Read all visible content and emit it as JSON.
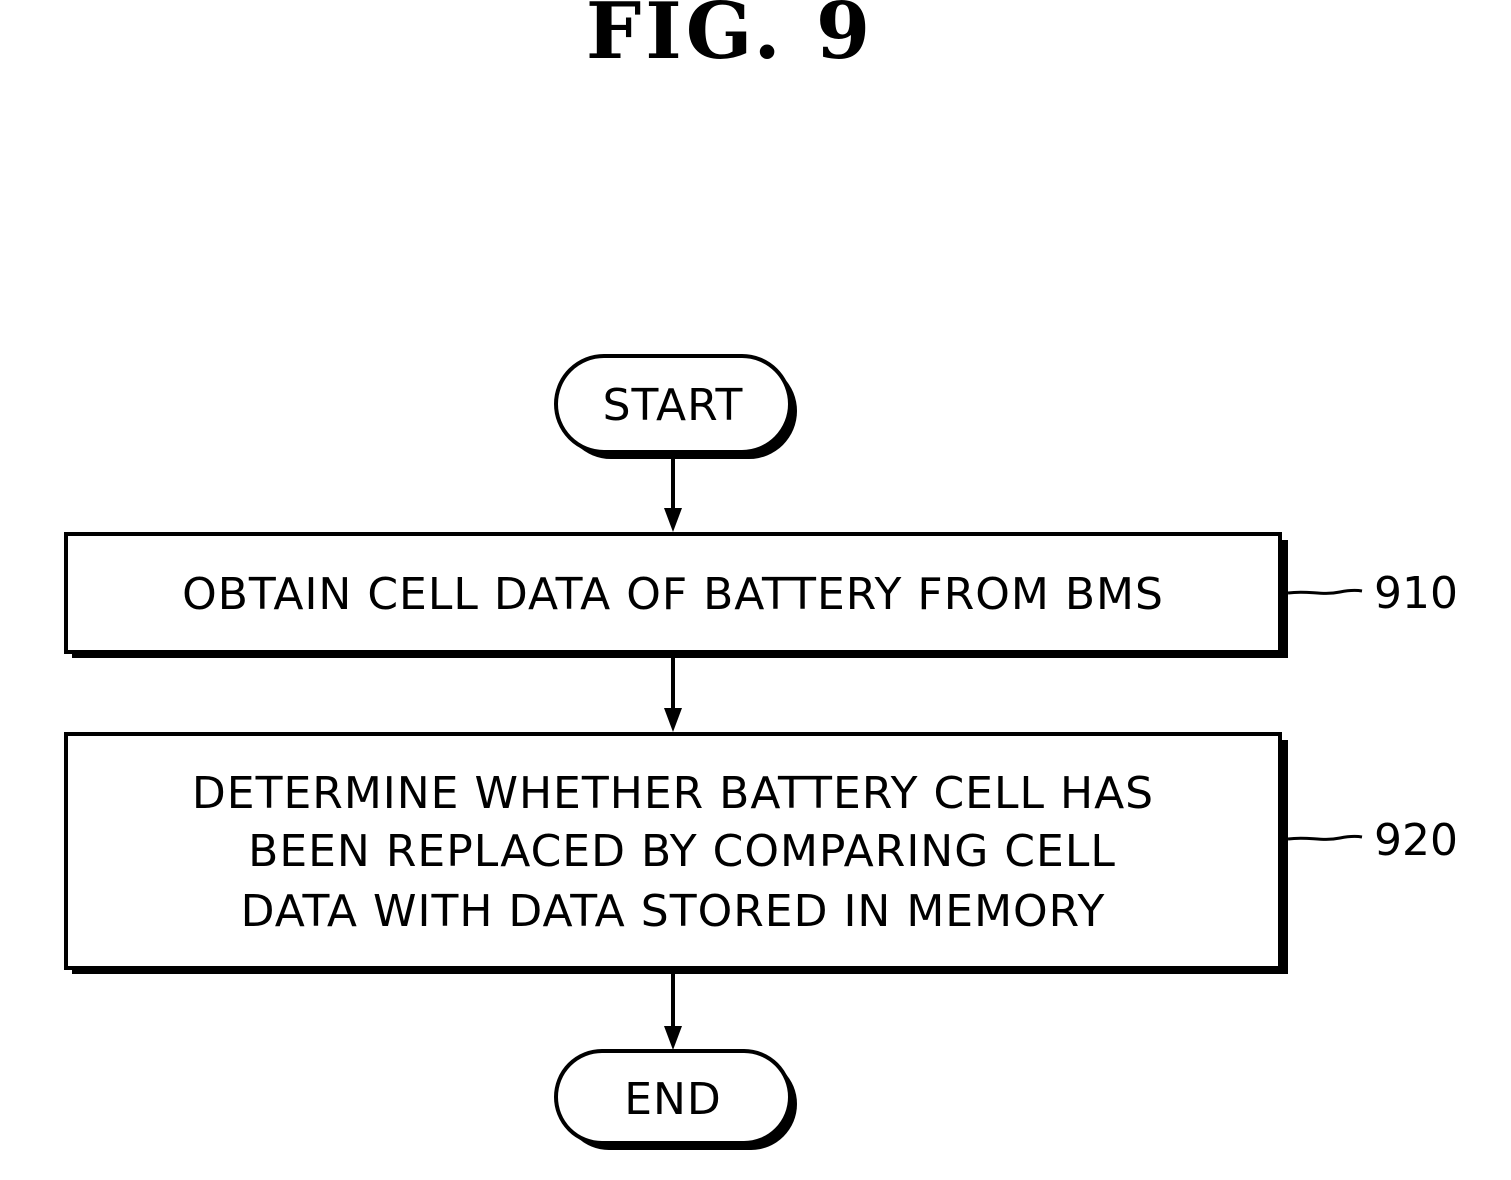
{
  "figure": {
    "title": "FIG. 9"
  },
  "flowchart": {
    "start": {
      "label": "START"
    },
    "steps": [
      {
        "lines": [
          "OBTAIN CELL DATA OF BATTERY FROM BMS"
        ],
        "ref": "910"
      },
      {
        "lines": [
          "DETERMINE WHETHER BATTERY CELL HAS",
          "BEEN REPLACED BY COMPARING CELL",
          "DATA WITH DATA STORED IN MEMORY"
        ],
        "ref": "920"
      }
    ],
    "end": {
      "label": "END"
    }
  }
}
